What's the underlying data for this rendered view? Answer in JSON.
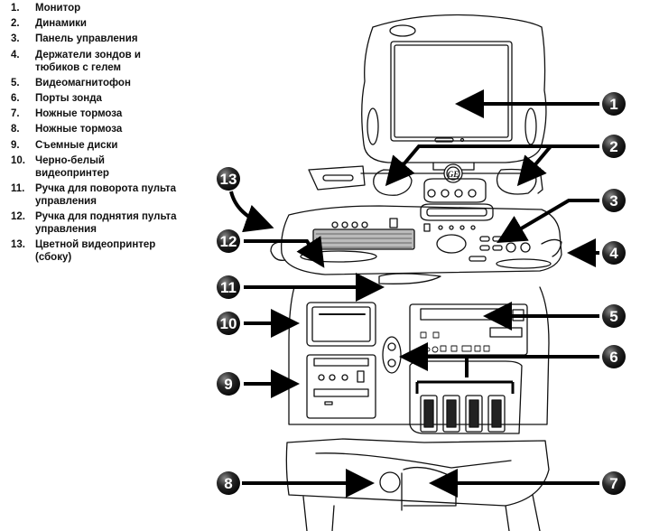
{
  "legend": [
    {
      "num": "1.",
      "text": "Монитор"
    },
    {
      "num": "2.",
      "text": "Динамики"
    },
    {
      "num": "3.",
      "text": "Панель управления"
    },
    {
      "num": "4.",
      "text": "Держатели зондов и тюбиков с гелем"
    },
    {
      "num": "5.",
      "text": "Видеомагнитофон"
    },
    {
      "num": "6.",
      "text": "Порты зонда"
    },
    {
      "num": "7.",
      "text": "Ножные тормоза"
    },
    {
      "num": "8.",
      "text": "Ножные тормоза"
    },
    {
      "num": "9.",
      "text": "Съемные диски"
    },
    {
      "num": "10.",
      "text": "Черно-белый видеопринтер"
    },
    {
      "num": "11.",
      "text": "Ручка для поворота пульта управления"
    },
    {
      "num": "12.",
      "text": "Ручка для поднятия пульта управления"
    },
    {
      "num": "13.",
      "text": "Цветной видеопринтер (сбоку)"
    }
  ],
  "callouts": {
    "c1": "1",
    "c2": "2",
    "c3": "3",
    "c4": "4",
    "c5": "5",
    "c6": "6",
    "c7": "7",
    "c8": "8",
    "c9": "9",
    "c10": "10",
    "c11": "11",
    "c12": "12",
    "c13": "13"
  },
  "logo": "GE"
}
